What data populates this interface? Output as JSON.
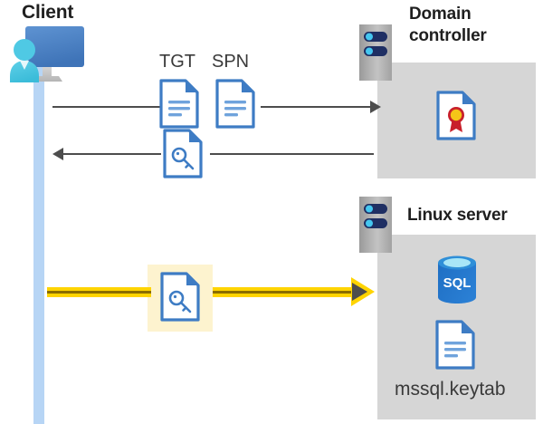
{
  "diagram": {
    "title": "Kerberos authentication flow between client, domain controller and Linux server",
    "background": "#ffffff"
  },
  "colors": {
    "lifeline_blue": "#b7d5f5",
    "box_gray": "#d6d6d6",
    "server_gray": "#a9a9a9",
    "doc_blue": "#3e7cc4",
    "doc_fold_blue": "#2f6dba",
    "arrow_gray": "#4d4d4d",
    "flow_yellow": "#ffd400",
    "flow_yellow_dark": "#8a6d00",
    "highlight_yellow": "#fdf3cf",
    "sql_blue": "#1f6fc4",
    "cert_gold": "#f5c518",
    "cert_red": "#c8202b",
    "text_dark": "#1f1f1f",
    "text_gray": "#3a3a3a"
  },
  "client": {
    "title": "Client",
    "icon": "user-monitor-icon",
    "lifeline": "client-lifeline"
  },
  "domain_controller": {
    "title": "Domain\ncontroller",
    "title_line1": "Domain",
    "title_line2": "controller",
    "server_icon": "server-rack-icon",
    "contents": [
      {
        "icon": "certificate-document-icon",
        "label": ""
      }
    ]
  },
  "linux_server": {
    "title": "Linux server",
    "server_icon": "server-rack-icon",
    "contents": [
      {
        "icon": "sql-database-icon",
        "label": "SQL"
      },
      {
        "icon": "keytab-document-icon",
        "label": "mssql.keytab"
      }
    ]
  },
  "flows": [
    {
      "id": "flow-request",
      "direction": "right",
      "from": "client",
      "to": "domain-controller",
      "style": "thin-gray",
      "artifacts": [
        {
          "label": "TGT",
          "icon": "document-lines-icon"
        },
        {
          "label": "SPN",
          "icon": "document-lines-icon"
        }
      ]
    },
    {
      "id": "flow-response",
      "direction": "left",
      "from": "domain-controller",
      "to": "client",
      "style": "thin-gray",
      "artifacts": [
        {
          "label": "",
          "icon": "document-key-icon"
        }
      ]
    },
    {
      "id": "flow-ticket",
      "direction": "right",
      "from": "client",
      "to": "linux-server",
      "style": "thick-yellow",
      "highlighted": true,
      "artifacts": [
        {
          "label": "",
          "icon": "document-key-icon"
        }
      ]
    }
  ],
  "labels": {
    "tgt": "TGT",
    "spn": "SPN",
    "sql": "SQL",
    "keytab_file": "mssql.keytab"
  }
}
